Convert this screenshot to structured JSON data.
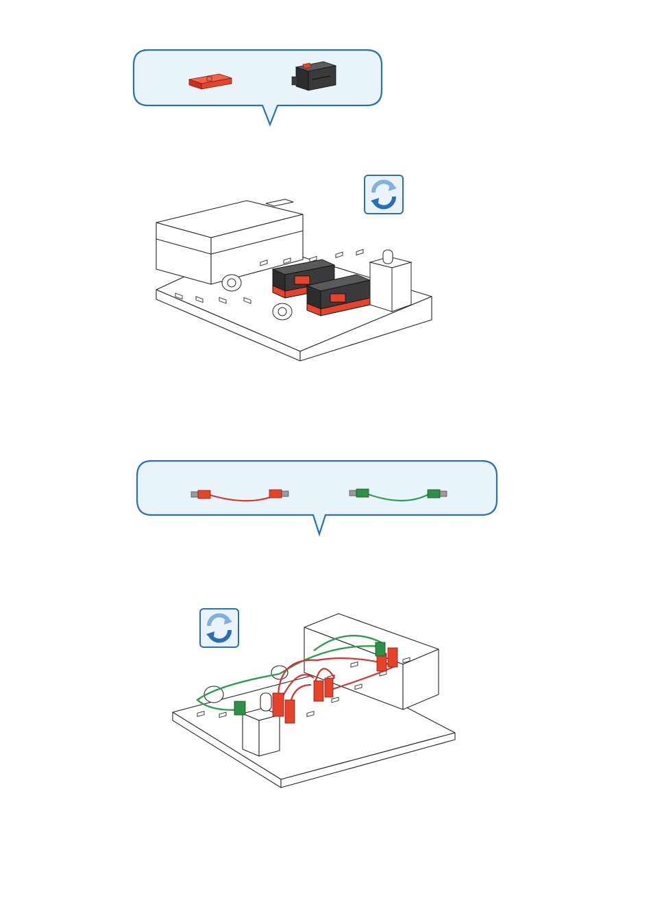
{
  "page": {
    "background": "#ffffff"
  },
  "colors": {
    "bubble_fill": "#e9f3fa",
    "bubble_stroke": "#2a6fb5",
    "part_red": "#e5432b",
    "part_red_dark": "#a8281a",
    "part_dark": "#3a3a3c",
    "wire_red": "#d9302a",
    "wire_green": "#2f9b4f",
    "connector_green": "#2f8f46",
    "rotate_icon": "#2a6fb5",
    "line": "#222222"
  },
  "step1": {
    "parts_bubble": {
      "parts": [
        "red-base-plate-part",
        "microswitch-part"
      ]
    },
    "rotate_icon": "rotate-model-icon",
    "assembly": "base-plate-with-two-microswitches-and-lamp"
  },
  "step2": {
    "parts_bubble": {
      "parts": [
        "red-cable-with-plugs",
        "green-cable-with-plugs"
      ]
    },
    "rotate_icon": "rotate-model-icon",
    "assembly": "wired-base-plate-assembly"
  }
}
